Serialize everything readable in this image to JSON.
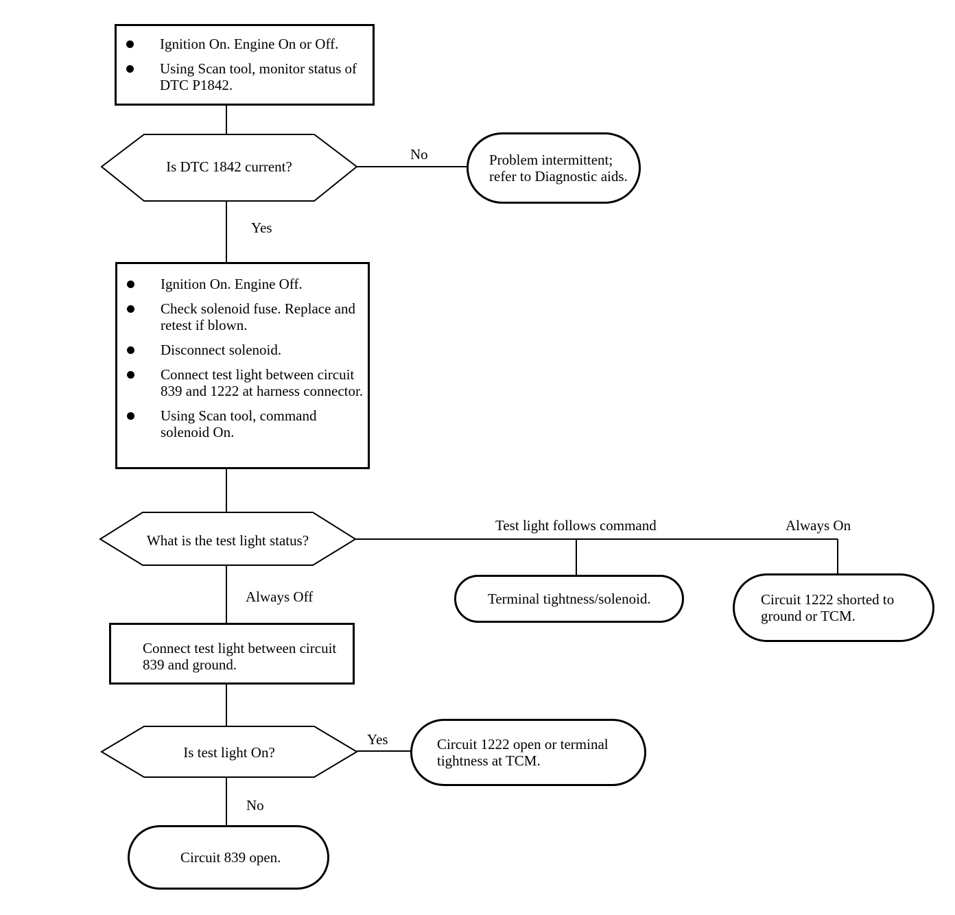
{
  "diagram": {
    "box1": {
      "steps": [
        "Ignition On. Engine On or Off.",
        "Using Scan tool, monitor status of DTC P1842."
      ]
    },
    "decision1": {
      "text": "Is DTC 1842 current?",
      "no_label": "No",
      "yes_label": "Yes"
    },
    "result_intermittent": {
      "text": "Problem intermittent; refer to Diagnostic aids."
    },
    "box2": {
      "steps": [
        "Ignition On. Engine Off.",
        "Check solenoid fuse. Replace and retest if blown.",
        "Disconnect solenoid.",
        "Connect test light between circuit 839 and 1222 at harness connector.",
        "Using Scan tool, command solenoid On."
      ]
    },
    "decision2": {
      "text": "What is the test light status?",
      "follows_label": "Test light follows command",
      "always_on_label": "Always On",
      "always_off_label": "Always Off"
    },
    "result_terminal": {
      "text": "Terminal tightness/solenoid."
    },
    "result_shorted": {
      "text": "Circuit 1222 shorted to ground or TCM."
    },
    "box3": {
      "text": "Connect test light between circuit 839 and ground."
    },
    "decision3": {
      "text": "Is test light On?",
      "yes_label": "Yes",
      "no_label": "No"
    },
    "result_1222_open": {
      "text": "Circuit 1222 open or terminal tightness at TCM."
    },
    "result_839_open": {
      "text": "Circuit 839 open."
    }
  }
}
